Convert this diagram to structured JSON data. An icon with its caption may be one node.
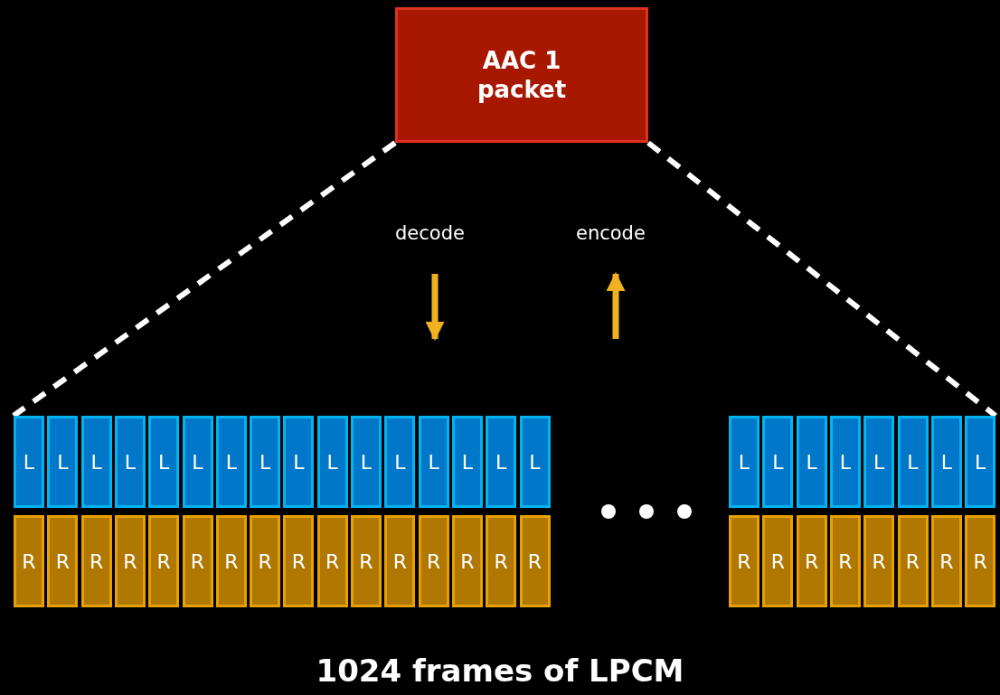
{
  "diagram": {
    "caption": "1024 frames of LPCM",
    "nodes": [
      {
        "text": [
          "AAC 1 packet"
        ]
      },
      {
        "text": [
          "L"
        ]
      },
      {
        "text": [
          "L"
        ]
      },
      {
        "text": [
          "L"
        ]
      },
      {
        "text": [
          "L"
        ]
      },
      {
        "text": [
          "L"
        ]
      },
      {
        "text": [
          "L"
        ]
      },
      {
        "text": [
          "L"
        ]
      },
      {
        "text": [
          "L"
        ]
      },
      {
        "text": [
          "L"
        ]
      },
      {
        "text": [
          "L"
        ]
      },
      {
        "text": [
          "L"
        ]
      },
      {
        "text": [
          "L"
        ]
      },
      {
        "text": [
          "L"
        ]
      },
      {
        "text": [
          "L"
        ]
      },
      {
        "text": [
          "L"
        ]
      },
      {
        "text": [
          "L"
        ]
      },
      {
        "text": [
          "L"
        ]
      },
      {
        "text": [
          "L"
        ]
      },
      {
        "text": [
          "L"
        ]
      },
      {
        "text": [
          "L"
        ]
      },
      {
        "text": [
          "L"
        ]
      },
      {
        "text": [
          "L"
        ]
      },
      {
        "text": [
          "L"
        ]
      },
      {
        "text": [
          "L"
        ]
      },
      {
        "text": [
          "R"
        ]
      },
      {
        "text": [
          "R"
        ]
      },
      {
        "text": [
          "R"
        ]
      },
      {
        "text": [
          "R"
        ]
      },
      {
        "text": [
          "R"
        ]
      },
      {
        "text": [
          "R"
        ]
      },
      {
        "text": [
          "R"
        ]
      },
      {
        "text": [
          "R"
        ]
      },
      {
        "text": [
          "R"
        ]
      },
      {
        "text": [
          "R"
        ]
      },
      {
        "text": [
          "R"
        ]
      },
      {
        "text": [
          "R"
        ]
      },
      {
        "text": [
          "R"
        ]
      },
      {
        "text": [
          "R"
        ]
      },
      {
        "text": [
          "R"
        ]
      },
      {
        "text": [
          "R"
        ]
      },
      {
        "text": [
          "R"
        ]
      },
      {
        "text": [
          "R"
        ]
      },
      {
        "text": [
          "R"
        ]
      },
      {
        "text": [
          "R"
        ]
      },
      {
        "text": [
          "R"
        ]
      },
      {
        "text": [
          "R"
        ]
      },
      {
        "text": [
          "R"
        ]
      },
      {
        "text": [
          "R"
        ]
      }
    ],
    "edges": [
      {
        "from": 0,
        "to": 1,
        "arrow": "none",
        "style": "dashed"
      },
      {
        "from": 0,
        "to": 24,
        "arrow": "none",
        "style": "dashed"
      }
    ],
    "labels": [
      "decode",
      "encode"
    ]
  }
}
